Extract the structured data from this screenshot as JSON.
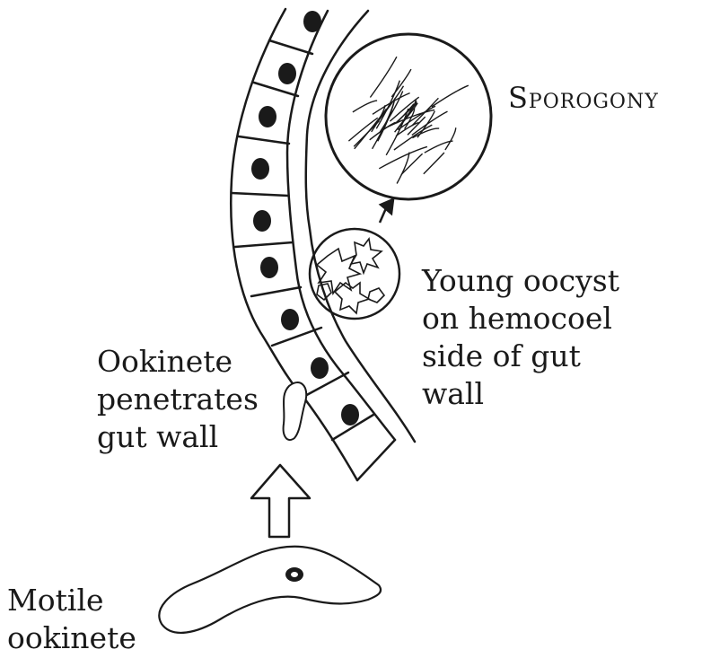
{
  "labels": {
    "sporogony": "Sporogony",
    "young_oocyst": [
      "Young oocyst",
      "on hemocoel",
      "side of gut",
      "wall"
    ],
    "ookinete_penetrates": [
      "Ookinete",
      "penetrates",
      "gut wall"
    ],
    "motile_ookinete": [
      "Motile",
      "ookinete"
    ]
  },
  "colors": {
    "ink": "#1a1a1a",
    "background": "#ffffff"
  }
}
